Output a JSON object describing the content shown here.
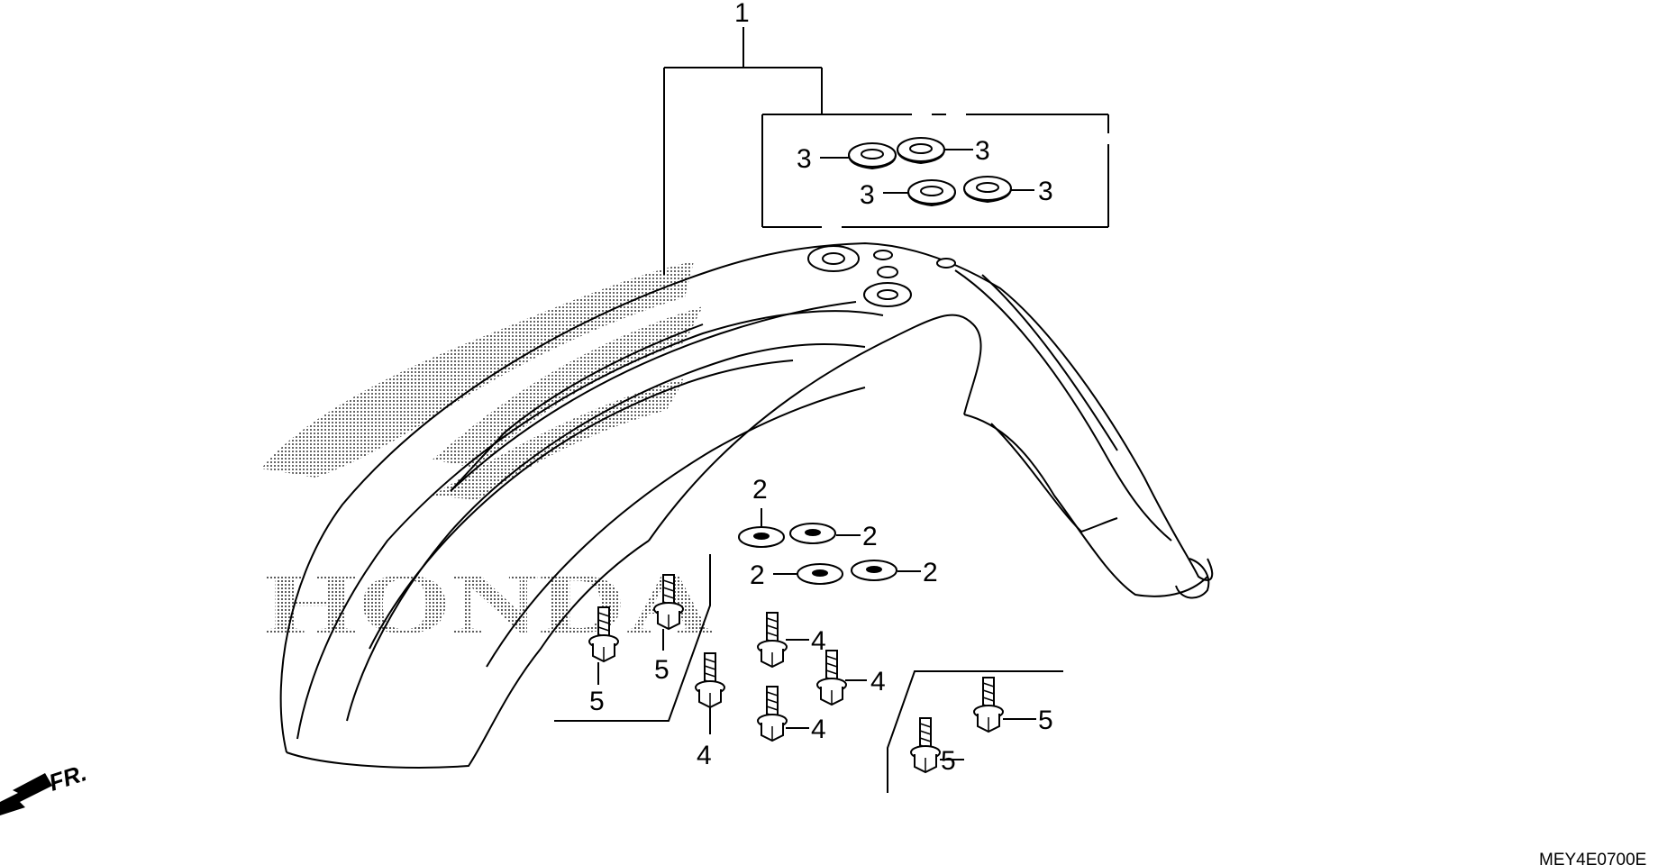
{
  "diagram": {
    "callouts": {
      "c1": "1",
      "c2a": "2",
      "c2b": "2",
      "c2c": "2",
      "c2d": "2",
      "c3a": "3",
      "c3b": "3",
      "c3c": "3",
      "c3d": "3",
      "c4a": "4",
      "c4b": "4",
      "c4c": "4",
      "c4d": "4",
      "c5a": "5",
      "c5b": "5",
      "c5c": "5",
      "c5d": "5"
    },
    "direction_label": "FR.",
    "logo_text": "HONDA",
    "drawing_code": "MEY4E0700E"
  }
}
